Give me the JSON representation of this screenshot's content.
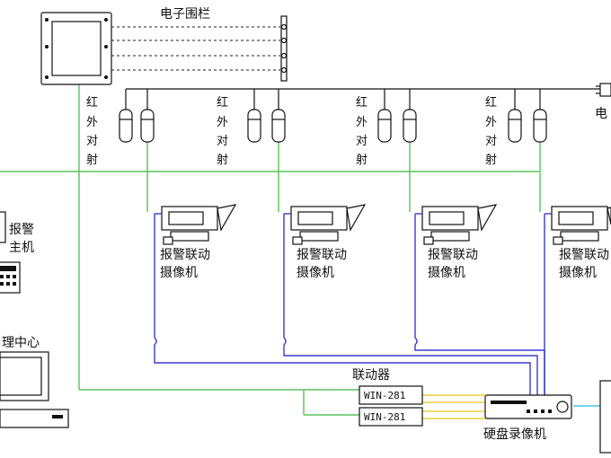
{
  "labels": {
    "fence": "电子围栏",
    "power_partial": "电",
    "alarm_host_1": "报警",
    "alarm_host_2": "主机",
    "mgmt_center": "理中心",
    "linkage_device": "联动器",
    "dvr": "硬盘录像机",
    "ir_chars": [
      "红",
      "外",
      "对",
      "射"
    ],
    "camera_line1": "报警联动",
    "camera_line2": "摄像机",
    "win_unit_1": "WIN-281",
    "win_unit_2": "WIN-281"
  },
  "colors": {
    "green_line": "#5ac25a",
    "blue_line": "#3a3ad0",
    "yellow_line": "#e8d040",
    "cyan_line": "#40c8e0"
  },
  "icons": [
    "fence-controller-icon",
    "fence-post-icon",
    "ir-beam-sensor-icon",
    "cctv-camera-icon",
    "alarm-host-icon",
    "computer-monitor-icon",
    "dvr-icon",
    "linkage-unit-icon",
    "power-supply-icon"
  ]
}
